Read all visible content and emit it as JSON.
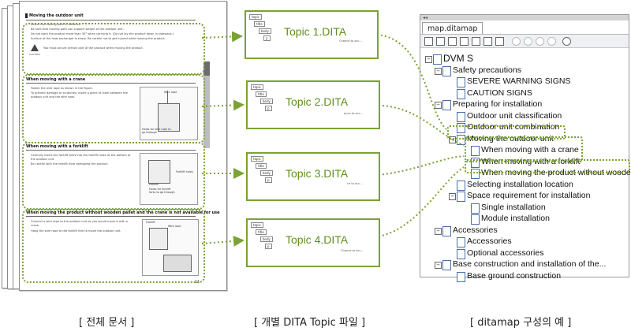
{
  "document": {
    "sections": [
      {
        "title": "Moving the outdoor unit",
        "lines": [
          "Select the moving path in advance.",
          "Be sure that moving path can support weight of the outdoor unit.",
          "Do not slant the product more than 30° when carrying it. (Do not lay the product down in sideways.)",
          "Surface of the heat exchanger is sharp. Be careful not to get injured while moving the product."
        ],
        "caution": "You must secure certain part of the product when moving the product."
      },
      {
        "title": "When moving with a crane",
        "lines": [
          "Fasten the wire rope as shown in the figure.",
          "To prevent damage or scratches, insert a piece of cloth between the outdoor unit and the wire rope."
        ],
        "labels": [
          "Wire rope",
          "Holes for wire rope to go through"
        ]
      },
      {
        "title": "When moving with a forklift",
        "lines": [
          "Carefully insert the forklift forks into the forklift holes at the bottom of the outdoor unit.",
          "Be careful with the forklift from damaging the product."
        ],
        "labels": [
          "Forklift holes",
          "Forklift",
          "Holes for forklift forks to go through"
        ]
      },
      {
        "title": "When moving the product without wooden pallet and the crane is not available for use",
        "lines": [
          "Connect a wire rope to the outdoor unit as you would move it with a crane.",
          "Hang the wire rope to the forklift fork to move the outdoor unit."
        ],
        "labels": [
          "Forklift",
          "Wire rope"
        ]
      }
    ],
    "page_number": "11",
    "caution_label": "CAUTION"
  },
  "topics": [
    {
      "label": "Topic 1.DITA",
      "note": "Chance to acc..."
    },
    {
      "label": "Topic 2.DITA",
      "note": "ance to acc..."
    },
    {
      "label": "Topic 3.DITA",
      "note": "ce to acc..."
    },
    {
      "label": "Topic 4.DITA",
      "note": "Chance to acc..."
    }
  ],
  "topic_tags": {
    "topic": "topic",
    "title": "title",
    "body": "body",
    "p": "p"
  },
  "ditamap": {
    "tab": "map.ditamap",
    "tree": [
      {
        "label": "DVM S",
        "level": 0,
        "toggle": "−"
      },
      {
        "label": "Safety precautions",
        "level": 1,
        "toggle": "−"
      },
      {
        "label": "SEVERE WARNING SIGNS",
        "level": 2
      },
      {
        "label": "CAUTION SIGNS",
        "level": 2
      },
      {
        "label": "Preparing for installation",
        "level": 1,
        "toggle": "−"
      },
      {
        "label": "Outdoor unit classification",
        "level": 2
      },
      {
        "label": "Outdoor unit combination",
        "level": 2
      },
      {
        "label": "Moving the outdoor unit",
        "level": 2,
        "toggle": "−",
        "highlight": true
      },
      {
        "label": "When moving with a crane",
        "level": 3,
        "highlight": true
      },
      {
        "label": "When moving with a forklift",
        "level": 3,
        "highlight": true
      },
      {
        "label": "When moving the product without wooden",
        "level": 3,
        "highlight": true
      },
      {
        "label": "Selecting installation location",
        "level": 2
      },
      {
        "label": "Space requirement for installation",
        "level": 2,
        "toggle": "−"
      },
      {
        "label": "Single installation",
        "level": 3
      },
      {
        "label": "Module installation",
        "level": 3
      },
      {
        "label": "Accessories",
        "level": 1,
        "toggle": "−"
      },
      {
        "label": "Accessories",
        "level": 2
      },
      {
        "label": "Optional accessories",
        "level": 2
      },
      {
        "label": "Base construction and installation of the...",
        "level": 1,
        "toggle": "−"
      },
      {
        "label": "Base ground construction",
        "level": 2
      }
    ]
  },
  "captions": [
    "[ 전체 문서 ]",
    "[ 개별 DITA Topic 파일 ]",
    "[ ditamap 구성의 예 ]"
  ],
  "colors": {
    "accent": "#7aa234",
    "topic_text": "#5f8f1b",
    "icon": "#4b6ea8"
  }
}
